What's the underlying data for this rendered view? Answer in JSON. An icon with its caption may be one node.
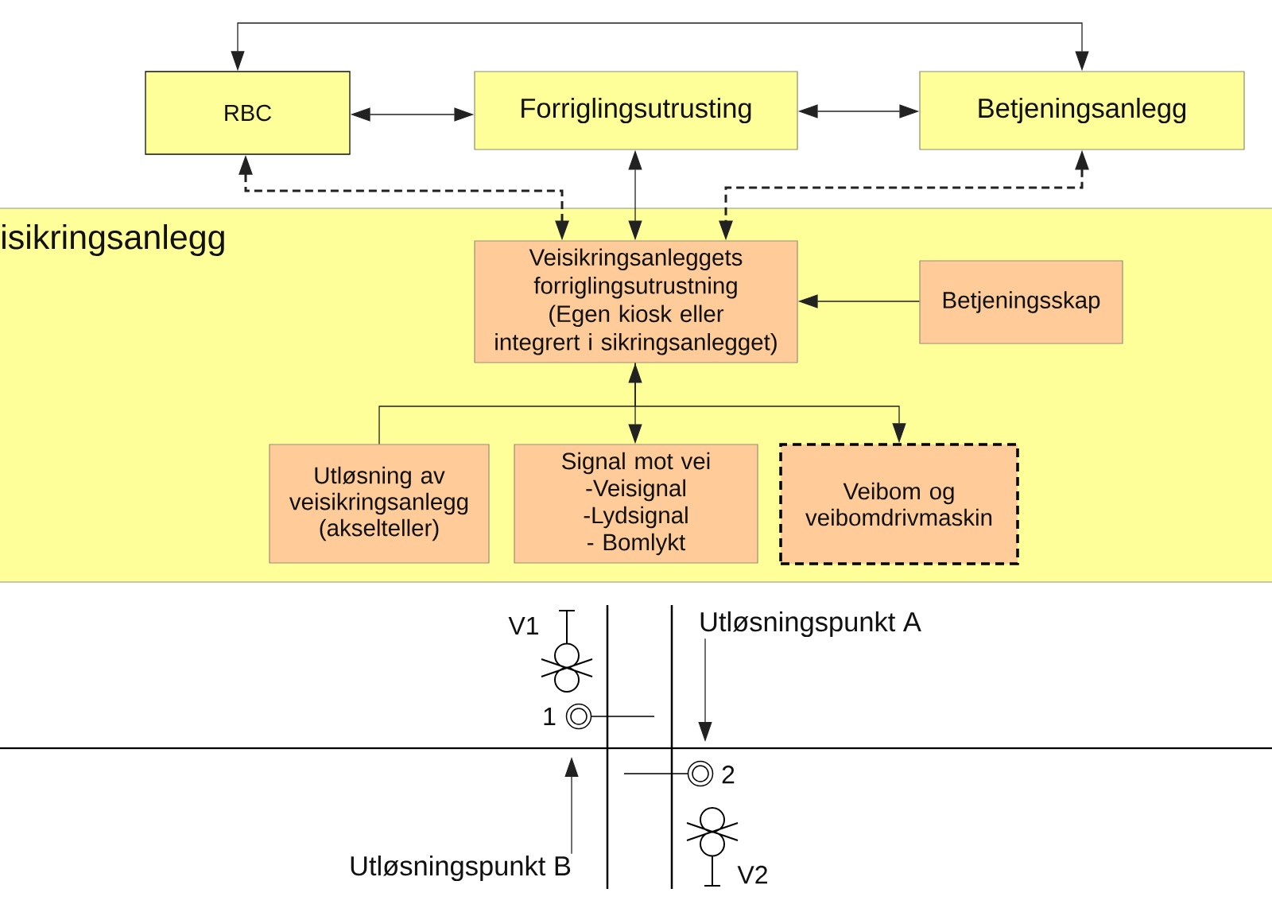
{
  "diagram": {
    "nodes": [
      {
        "text": [
          "RBC"
        ]
      },
      {
        "text": [
          "Forriglingsutrusting"
        ]
      },
      {
        "text": [
          "Betjeningsanlegg"
        ]
      },
      {
        "text": [
          "isikringsanlegg"
        ]
      },
      {
        "text": [
          "Veisikringsanleggets forriglingsutrustning (Egen kiosk eller integrert i sikringsanlegget)"
        ],
        "in": 3
      },
      {
        "text": [
          "Betjeningsskap"
        ],
        "in": 3
      },
      {
        "text": [
          "Utløsning av veisikringsanlegg (akselteller)"
        ],
        "in": 3
      },
      {
        "text": [
          "Signal mot vei",
          "-Veisignal",
          "-Lydsignal",
          "- Bomlykt"
        ],
        "in": 3
      },
      {
        "text": [
          "Veibom og veibomdrivmaskin"
        ],
        "in": 3
      },
      {
        "text": [
          "Utløsningspunkt A"
        ]
      },
      {
        "text": [
          "Utløsningspunkt B"
        ]
      }
    ],
    "edges": [
      {
        "from": 0,
        "to": 1,
        "arrow": "both"
      },
      {
        "from": 1,
        "to": 2,
        "arrow": "both"
      },
      {
        "from": 0,
        "to": 2,
        "arrow": "both"
      },
      {
        "from": 0,
        "to": 4,
        "arrow": "both",
        "style": "dashed"
      },
      {
        "from": 1,
        "to": 4,
        "arrow": "both"
      },
      {
        "from": 2,
        "to": 4,
        "arrow": "both",
        "style": "dashed"
      },
      {
        "from": 5,
        "to": 4,
        "arrow": "to"
      },
      {
        "from": 4,
        "to": 6,
        "arrow": "none"
      },
      {
        "from": 4,
        "to": 7,
        "arrow": "both"
      },
      {
        "from": 4,
        "to": 8,
        "arrow": "to"
      },
      {
        "from": 9,
        "to": null,
        "arrow": "to"
      },
      {
        "from": 10,
        "to": null,
        "arrow": "to"
      }
    ],
    "labels": [
      "V1",
      "1",
      "2",
      "V2"
    ]
  }
}
